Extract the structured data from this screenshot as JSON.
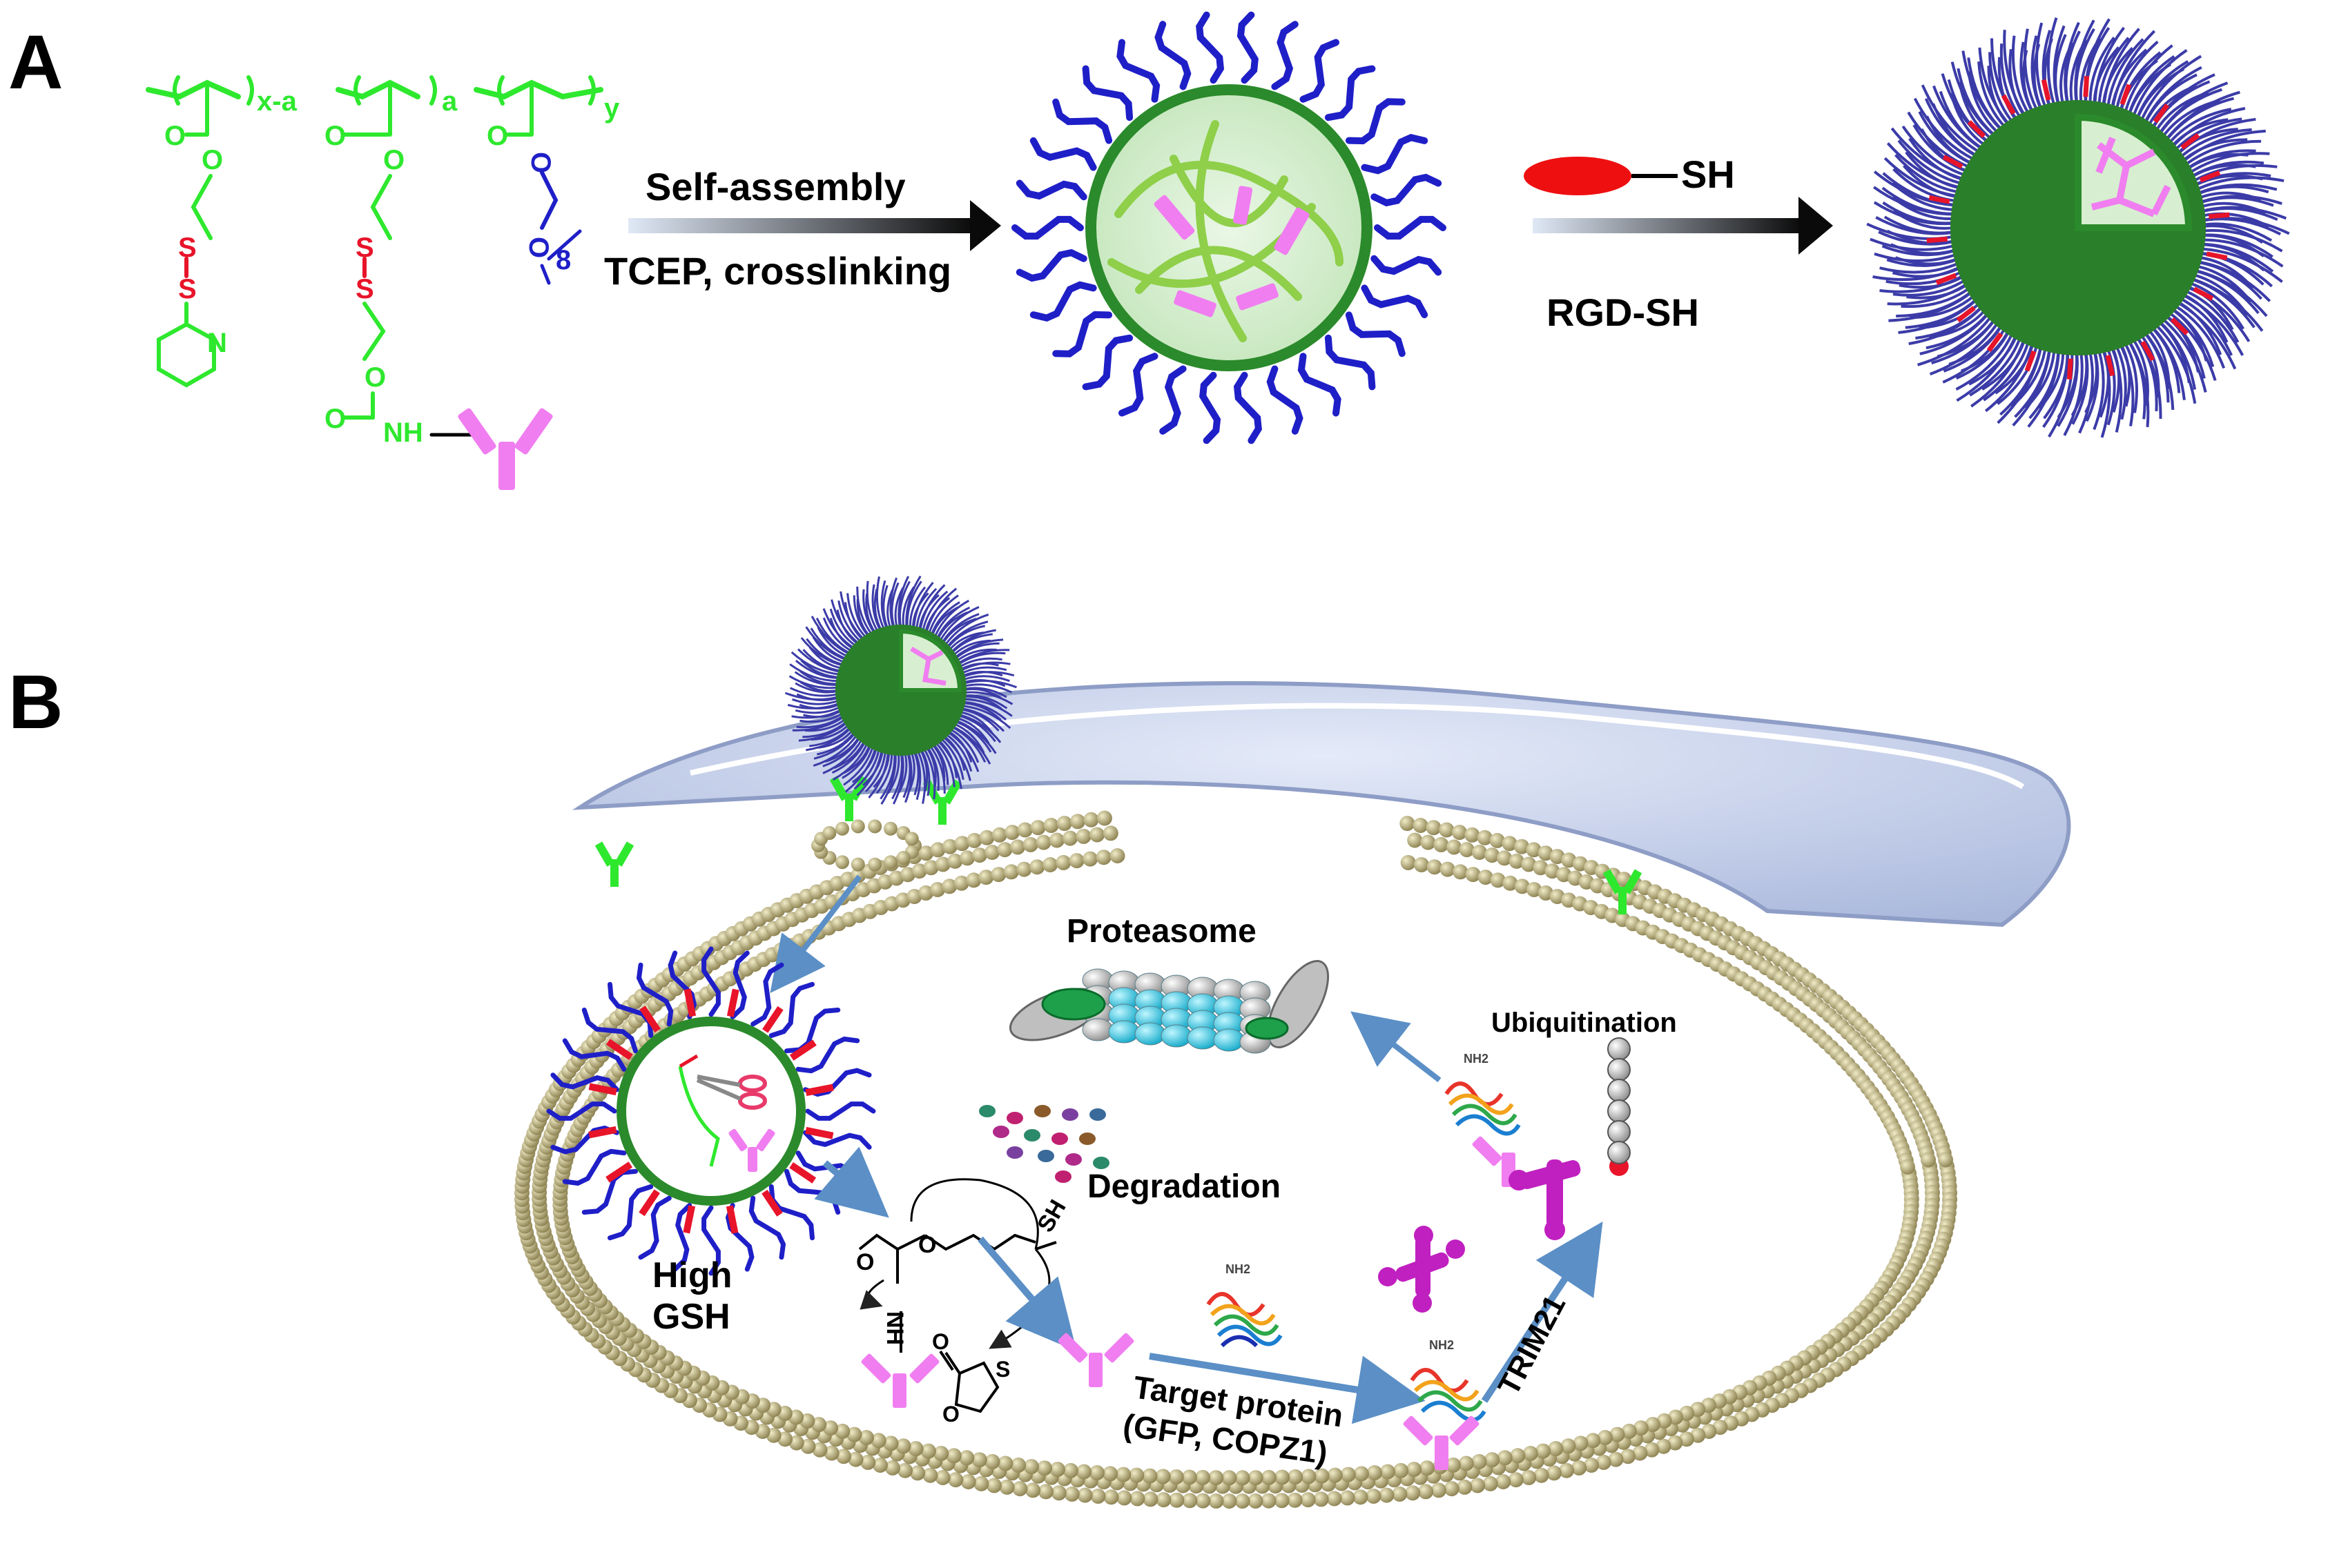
{
  "panel_a": {
    "label": "A",
    "polymer": {
      "sub_x_a": "x-a",
      "sub_a": "a",
      "sub_y": "y",
      "sub_8": "8",
      "atom_O": "O",
      "atom_S": "S",
      "atom_N": "N",
      "nh": "NH"
    },
    "arrow1_top": "Self-assembly",
    "arrow1_bottom": "TCEP, crosslinking",
    "sh_label": "SH",
    "arrow2_bottom": "RGD-SH"
  },
  "panel_b": {
    "label": "B",
    "proteasome": "Proteasome",
    "ubiquitination": "Ubiquitination",
    "degradation": "Degradation",
    "high": "High",
    "gsh": "GSH",
    "sh": "SH",
    "target_line1": "Target protein",
    "target_line2": "(GFP, COPZ1)",
    "trim21": "TRIM21",
    "nh2": "NH2",
    "atom_O": "O",
    "atom_S": "S",
    "nh": "NH"
  },
  "colors": {
    "polymer_green": "#2ee82e",
    "disulfide_red": "#e8142a",
    "peg_blue": "#1f1fc8",
    "antibody_pink": "#f07ef0",
    "shell_green": "#2b8a2b",
    "membrane_bead": "#b8ad7a",
    "arrow_blue": "#5b8fc6",
    "cell_blue": "#c9d4ee"
  }
}
